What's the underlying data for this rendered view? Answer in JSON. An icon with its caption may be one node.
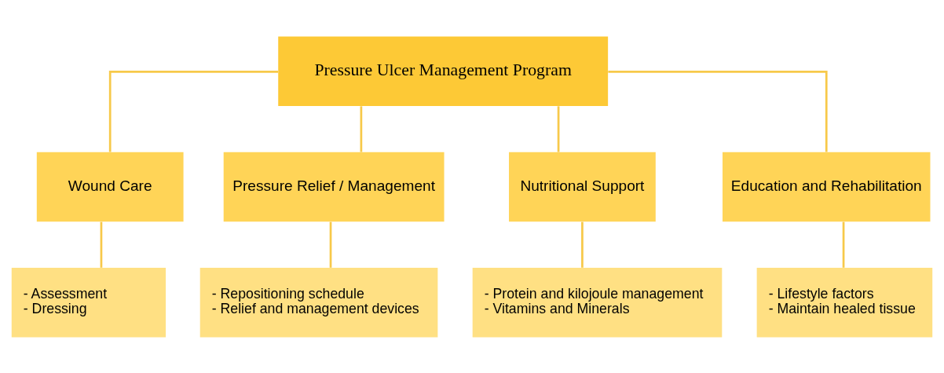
{
  "diagram": {
    "nodes": [
      {
        "text": [
          "Pressure Ulcer Management Program"
        ]
      },
      {
        "text": [
          "Wound Care"
        ]
      },
      {
        "text": [
          "Pressure Relief / Management"
        ]
      },
      {
        "text": [
          "Nutritional Support"
        ]
      },
      {
        "text": [
          "Education and Rehabilitation"
        ]
      },
      {
        "text": [
          "- Assessment",
          "- Dressing"
        ]
      },
      {
        "text": [
          "- Repositioning schedule",
          "- Relief and management devices"
        ]
      },
      {
        "text": [
          "- Protein and kilojoule management",
          "- Vitamins and Minerals"
        ]
      },
      {
        "text": [
          "- Lifestyle factors",
          "- Maintain healed tissue"
        ]
      }
    ],
    "edges": [
      {
        "from": 0,
        "to": 1,
        "arrow": "none"
      },
      {
        "from": 0,
        "to": 2,
        "arrow": "none"
      },
      {
        "from": 0,
        "to": 3,
        "arrow": "none"
      },
      {
        "from": 0,
        "to": 4,
        "arrow": "none"
      },
      {
        "from": 1,
        "to": 5,
        "arrow": "none"
      },
      {
        "from": 2,
        "to": 6,
        "arrow": "none"
      },
      {
        "from": 3,
        "to": 7,
        "arrow": "none"
      },
      {
        "from": 4,
        "to": 8,
        "arrow": "none"
      }
    ]
  }
}
